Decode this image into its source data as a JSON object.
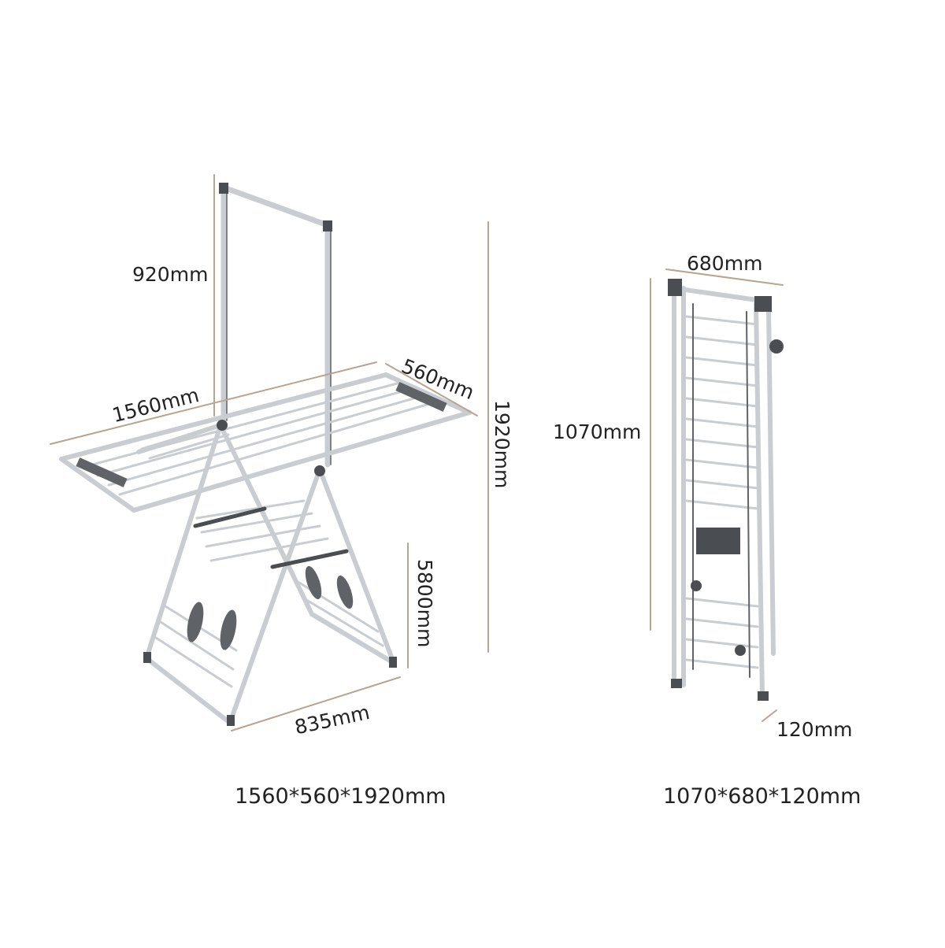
{
  "colors": {
    "dimension_line": "#b7a58e",
    "frame_light": "#c9cdd2",
    "frame_dark": "#5f6368",
    "joint": "#4a4d52",
    "text": "#222222"
  },
  "unfolded": {
    "top_height": "920mm",
    "length": "1560mm",
    "width": "560mm",
    "total_height": "1920mm",
    "lower_height": "5800mm",
    "base_width": "835mm",
    "caption": "1560*560*1920mm"
  },
  "folded": {
    "width": "680mm",
    "height": "1070mm",
    "depth": "120mm",
    "caption": "1070*680*120mm"
  }
}
